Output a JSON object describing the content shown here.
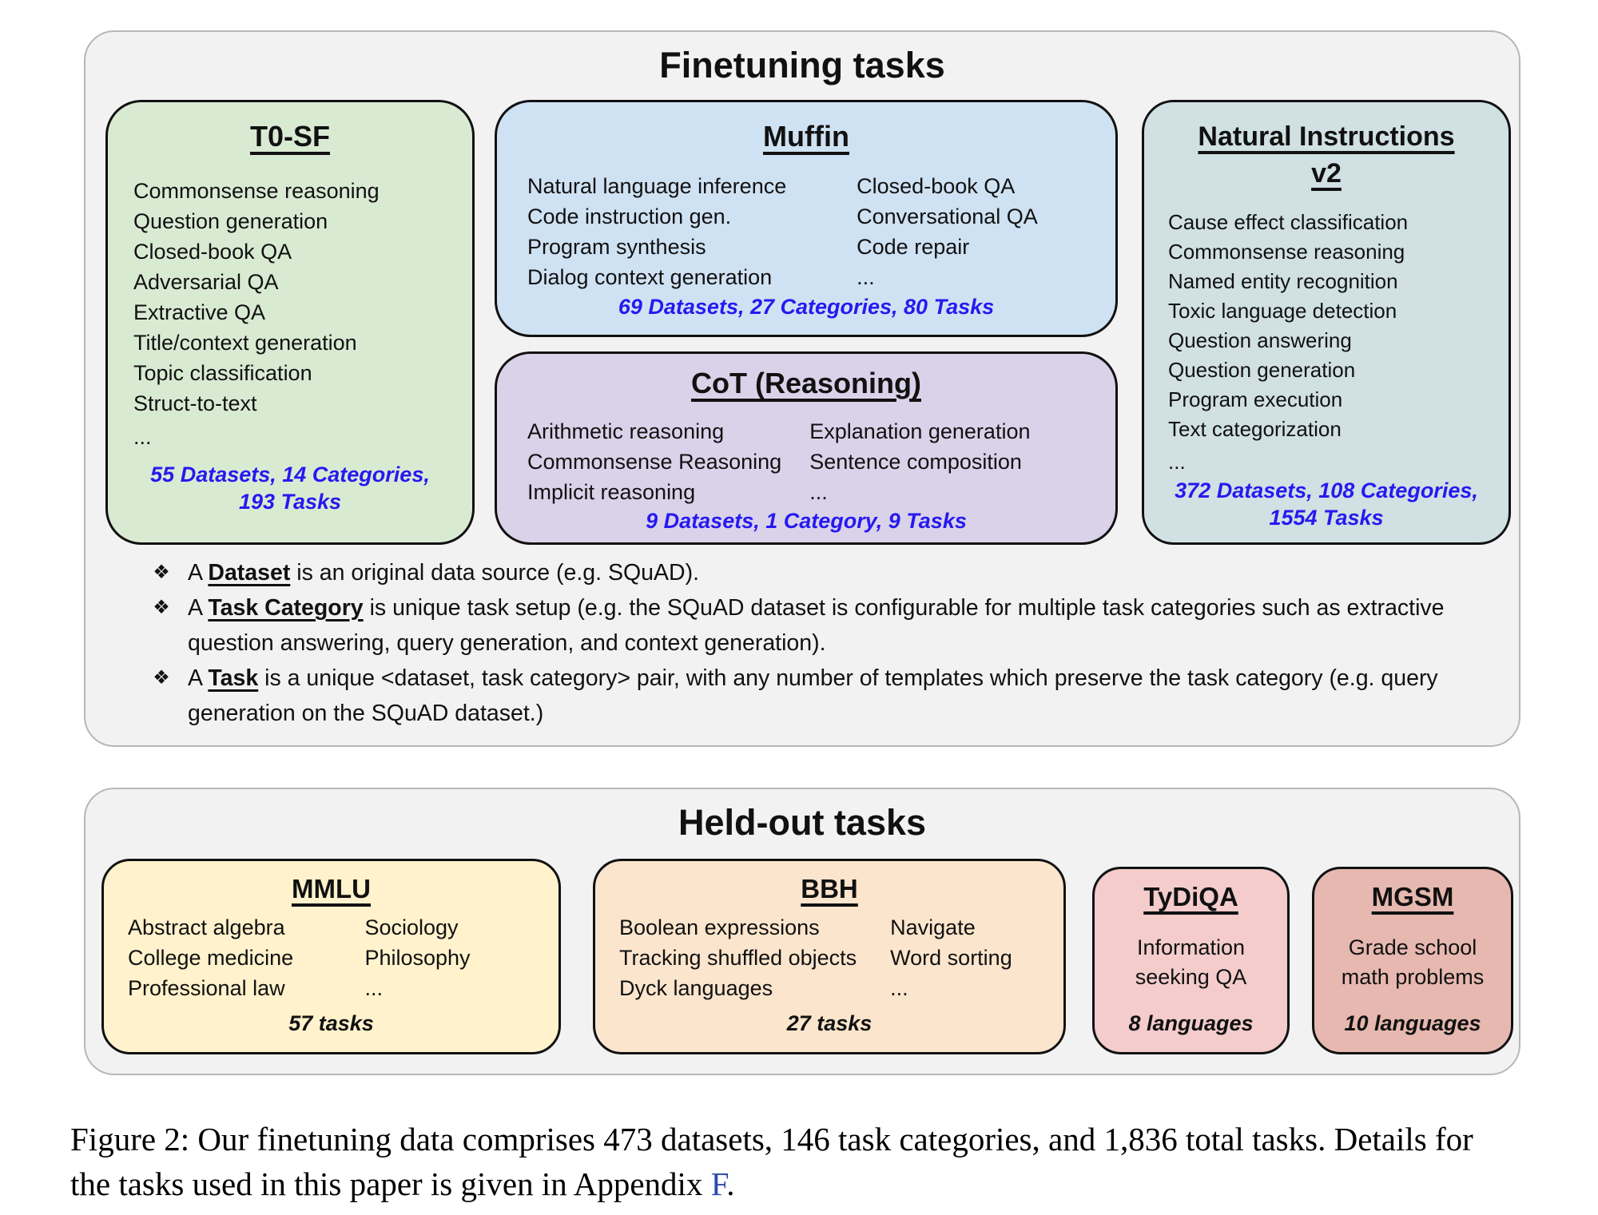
{
  "colors": {
    "stats_blue": "#2619f0",
    "section_bg": "#f2f2f2",
    "section_border": "#b7b7b7",
    "t0sf_bg": "#d9ead3",
    "muffin_bg": "#cfe2f3",
    "cot_bg": "#d9d2e9",
    "niv2_bg": "#d0e0e3",
    "mmlu_bg": "#fff2cc",
    "bbh_bg": "#fce5cd",
    "tydiqa_bg": "#f4cccc",
    "mgsm_bg": "#e6b8af",
    "appendix_link": "#2b4bad"
  },
  "finetuning": {
    "title": "Finetuning tasks",
    "bullet_glyph": "❖",
    "t0sf": {
      "title": "T0-SF",
      "items": [
        "Commonsense reasoning",
        "Question generation",
        "Closed-book QA",
        "Adversarial QA",
        "Extractive QA",
        "Title/context generation",
        "Topic classification",
        "Struct-to-text",
        "..."
      ],
      "stats": "55 Datasets, 14 Categories, 193 Tasks"
    },
    "muffin": {
      "title": "Muffin",
      "col1": [
        "Natural language inference",
        "Code instruction gen.",
        "Program synthesis",
        "Dialog context generation"
      ],
      "col2": [
        "Closed-book QA",
        "Conversational QA",
        "Code repair",
        "..."
      ],
      "stats": "69 Datasets, 27 Categories, 80 Tasks"
    },
    "cot": {
      "title": "CoT (Reasoning)",
      "col1": [
        "Arithmetic reasoning",
        "Commonsense Reasoning",
        "Implicit reasoning"
      ],
      "col2": [
        "Explanation generation",
        "Sentence composition",
        "..."
      ],
      "stats": "9 Datasets, 1 Category, 9 Tasks"
    },
    "niv2": {
      "title": "Natural Instructions v2",
      "items": [
        "Cause effect classification",
        "Commonsense reasoning",
        "Named entity recognition",
        "Toxic language detection",
        "Question answering",
        "Question generation",
        "Program execution",
        "Text categorization",
        "..."
      ],
      "stats": "372 Datasets, 108 Categories, 1554 Tasks"
    },
    "notes": [
      {
        "pre": "A ",
        "term": "Dataset",
        "post": " is an original data source (e.g. SQuAD)."
      },
      {
        "pre": "A ",
        "term": "Task Category",
        "post": " is unique task setup (e.g. the SQuAD dataset is configurable for multiple task categories such as extractive question answering, query generation, and context generation)."
      },
      {
        "pre": "A ",
        "term": "Task",
        "post": " is a unique <dataset, task category> pair, with any number of templates which preserve the task category (e.g. query generation on the SQuAD dataset.)"
      }
    ]
  },
  "heldout": {
    "title": "Held-out tasks",
    "mmlu": {
      "title": "MMLU",
      "col1": [
        "Abstract algebra",
        "College medicine",
        "Professional law"
      ],
      "col2": [
        "Sociology",
        "Philosophy",
        "..."
      ],
      "stats": "57 tasks"
    },
    "bbh": {
      "title": "BBH",
      "col1": [
        "Boolean expressions",
        "Tracking shuffled objects",
        "Dyck languages"
      ],
      "col2": [
        "Navigate",
        "Word sorting",
        "..."
      ],
      "stats": "27 tasks"
    },
    "tydiqa": {
      "title": "TyDiQA",
      "body": "Information seeking QA",
      "stats": "8 languages"
    },
    "mgsm": {
      "title": "MGSM",
      "body": "Grade school math problems",
      "stats": "10 languages"
    }
  },
  "caption": {
    "line1": "Figure 2: Our finetuning data comprises 473 datasets, 146 task categories, and 1,836 total tasks. Details for",
    "line2": "the tasks used in this paper is given in Appendix ",
    "link": "F",
    "after": "."
  }
}
